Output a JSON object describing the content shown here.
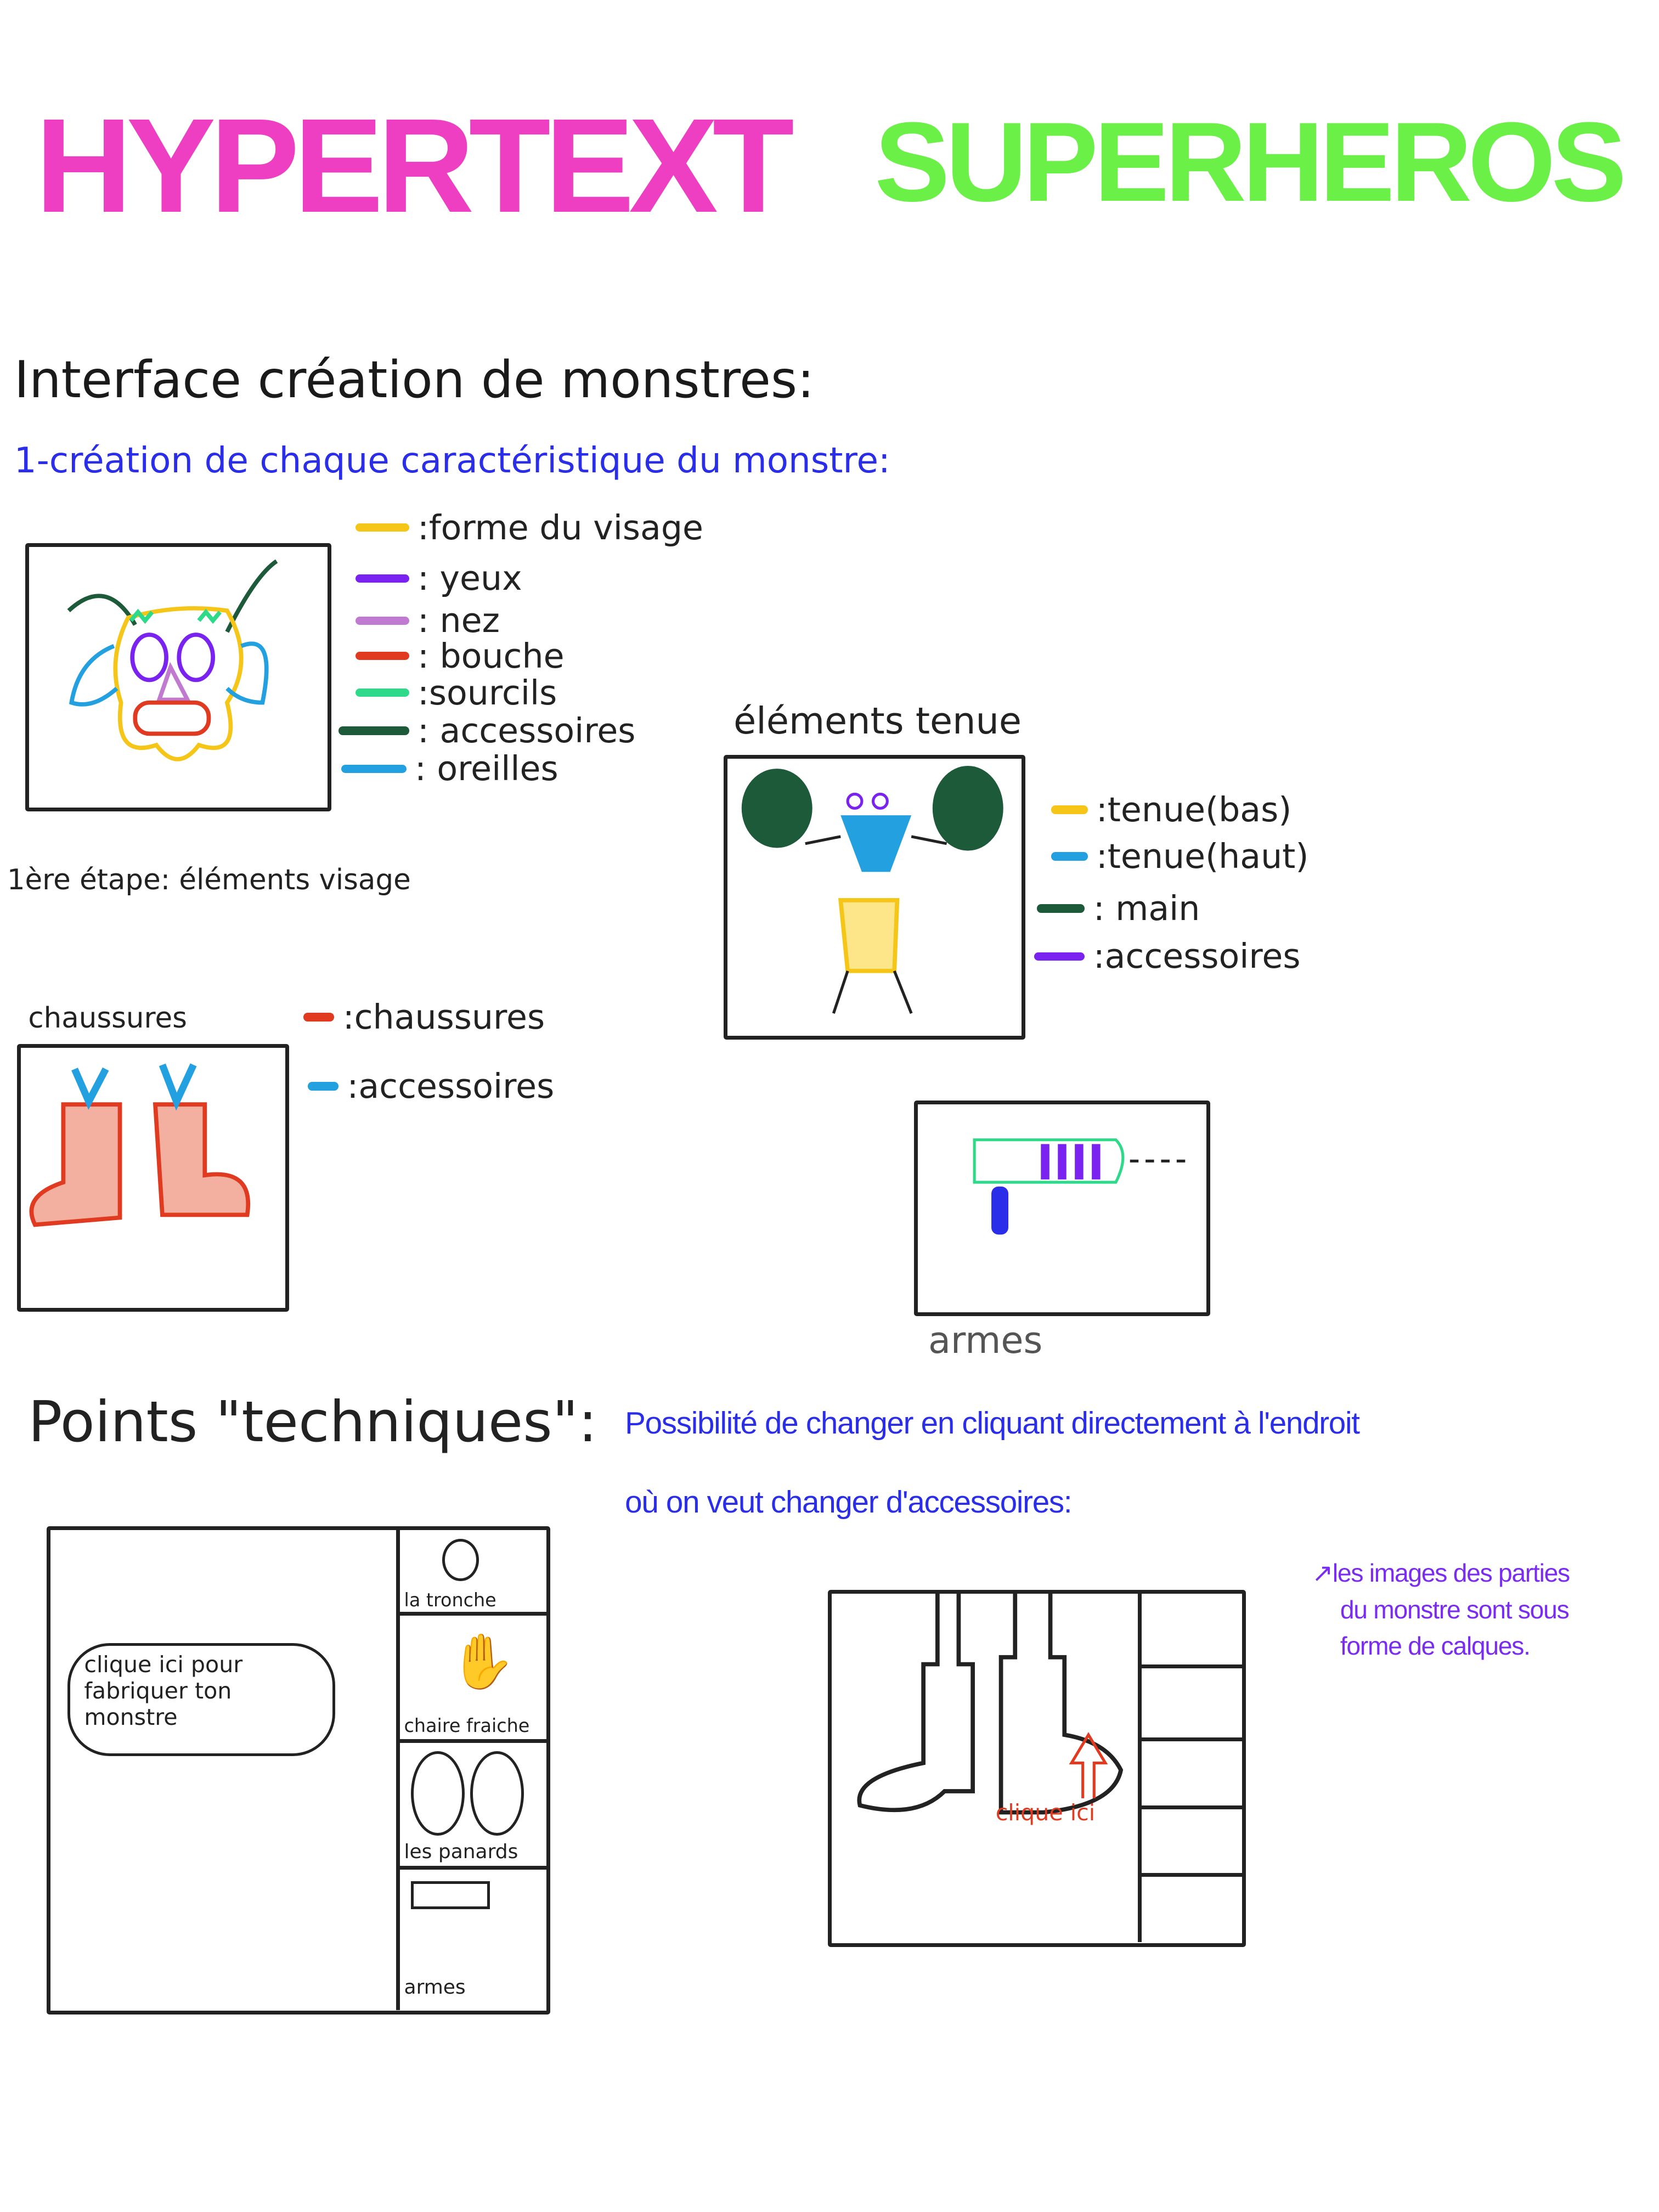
{
  "title": {
    "part1": "HYPERTEXT",
    "part2": "SUPERHEROS",
    "color1": "#ee3fc2",
    "color2": "#6af046"
  },
  "heading": "Interface création de monstres:",
  "subtitle": "1-création de chaque caractéristique du monstre:",
  "face": {
    "legend": [
      {
        "label": ":forme du visage",
        "color": "#f5c518"
      },
      {
        "label": ": yeux",
        "color": "#7a22f0"
      },
      {
        "label": ": nez",
        "color": "#c07ad0"
      },
      {
        "label": ": bouche",
        "color": "#e03a20"
      },
      {
        "label": ":sourcils",
        "color": "#2fd98a"
      },
      {
        "label": ": accessoires",
        "color": "#1c5a3a"
      },
      {
        "label": ": oreilles",
        "color": "#22a0e0"
      }
    ],
    "caption": "1ère étape: éléments visage"
  },
  "outfit": {
    "label": "éléments tenue",
    "legend": [
      {
        "label": ":tenue(bas)",
        "color": "#f5c518"
      },
      {
        "label": ":tenue(haut)",
        "color": "#22a0e0"
      },
      {
        "label": ": main",
        "color": "#1c5a3a"
      },
      {
        "label": ":accessoires",
        "color": "#7a22f0"
      }
    ]
  },
  "shoes": {
    "label": "chaussures",
    "legend": [
      {
        "label": ":chaussures",
        "color": "#e03a20"
      },
      {
        "label": ":accessoires",
        "color": "#22a0e0"
      }
    ]
  },
  "weapons": {
    "label": "armes"
  },
  "technical": {
    "heading": "Points \"techniques\":",
    "mockup1": {
      "cloud": "clique ici pour fabriquer ton monstre",
      "sidebar": [
        "la tronche",
        "chaire fraiche",
        "les panards",
        "armes"
      ]
    },
    "description_line1": "Possibilité de changer en cliquant directement à l'endroit",
    "description_line2": "où on veut changer d'accessoires:",
    "mockup2": {
      "click_label": "clique ici"
    },
    "note": [
      "les images des parties",
      "du monstre sont sous",
      "forme de calques."
    ]
  }
}
